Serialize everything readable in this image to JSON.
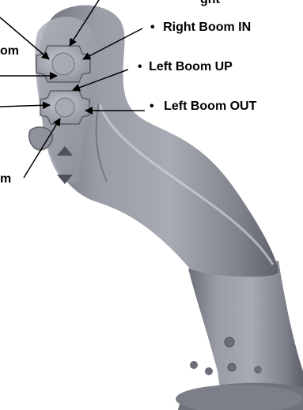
{
  "labels": {
    "top_cut": "ght",
    "right_boom_in": "Right Boom IN",
    "left_cut_1": "om",
    "left_boom_up": "Left Boom UP",
    "left_boom_out": "Left Boom OUT",
    "left_cut_2": "m"
  },
  "bullet": "•",
  "colors": {
    "handle": "#8c8e98",
    "handle_light": "#b7b9c2",
    "handle_dark": "#5d5f69",
    "arrow": "#000000",
    "text": "#000000"
  }
}
